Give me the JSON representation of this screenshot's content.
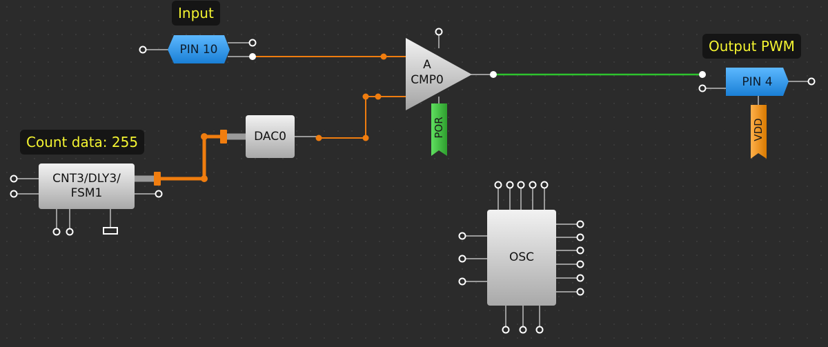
{
  "callouts": {
    "input": "Input",
    "output": "Output PWM",
    "count": "Count data: 255"
  },
  "blocks": {
    "pin10": "PIN 10",
    "pin4": "PIN 4",
    "comparator_line1": "A",
    "comparator_line2": "CMP0",
    "dac": "DAC0",
    "counter_line1": "CNT3/DLY3/",
    "counter_line2": "FSM1",
    "osc": "OSC",
    "por": "POR",
    "vdd": "VDD"
  },
  "colors": {
    "background": "#2b2b2b",
    "wire_orange": "#f07d0f",
    "wire_green": "#2ec42e",
    "pin_blue": "#2f9cf0",
    "por_green": "#3fbf3f",
    "vdd_orange": "#f0900f",
    "callout_text": "#f5f531"
  }
}
